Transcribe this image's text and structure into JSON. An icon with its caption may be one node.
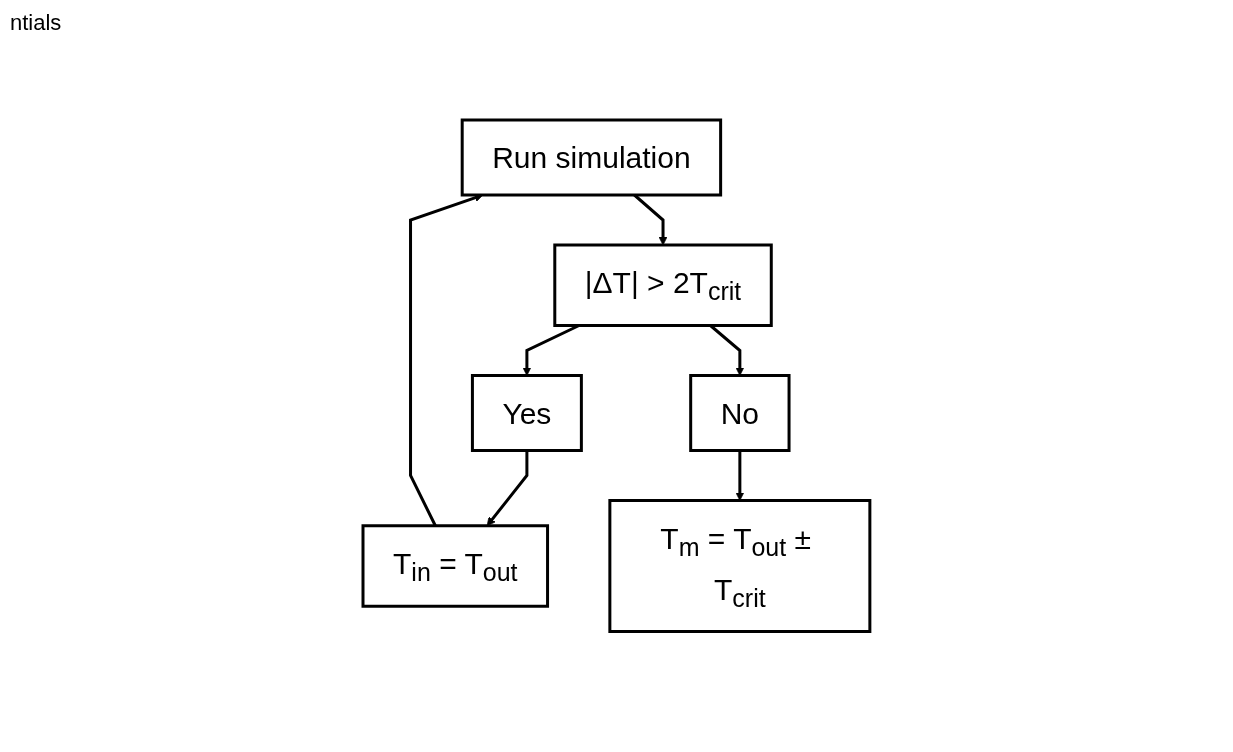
{
  "diagram": {
    "nodes": [
      {
        "text": [
          "Run simulation"
        ]
      },
      {
        "text": [
          "|ΔT| > 2T$_{crit}$"
        ]
      },
      {
        "text": [
          "Yes"
        ]
      },
      {
        "text": [
          "No"
        ]
      },
      {
        "text": [
          "T$_{in}$ = T$_{out}$"
        ]
      },
      {
        "text": [
          "T$_{m}$ = T$_{out}$ ± T$_{crit}$"
        ]
      }
    ],
    "edges": [
      {
        "from": 0,
        "to": 1,
        "arrow": "to"
      },
      {
        "from": 1,
        "to": 2,
        "arrow": "to"
      },
      {
        "from": 1,
        "to": 3,
        "arrow": "to"
      },
      {
        "from": 2,
        "to": 4,
        "arrow": "to"
      },
      {
        "from": 3,
        "to": 5,
        "arrow": "to"
      },
      {
        "from": 4,
        "to": 0,
        "arrow": "to"
      }
    ],
    "labels": [
      "ntials"
    ]
  }
}
